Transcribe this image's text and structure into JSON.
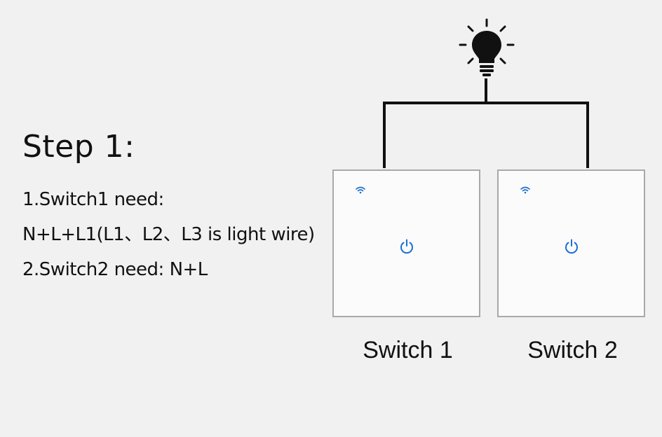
{
  "step": {
    "title": "Step 1:"
  },
  "requirements": [
    "1.Switch1 need:",
    "N+L+L1(L1、L2、L3 is light wire)",
    "2.Switch2 need: N+L"
  ],
  "switches": [
    {
      "label": "Switch 1"
    },
    {
      "label": "Switch 2"
    }
  ],
  "colors": {
    "accent": "#1a6fd6",
    "wire": "#111111",
    "panel_border": "#a9a9a9"
  },
  "icons": {
    "bulb": "light-bulb-icon",
    "wifi": "wifi-icon",
    "power": "power-icon"
  }
}
